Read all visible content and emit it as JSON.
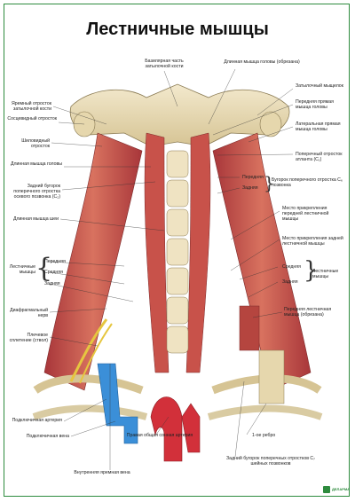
{
  "title": "Лестничные мышцы",
  "labels": {
    "basilar": "Базилярная часть затылочной кости",
    "longus_capitis_cut": "Длинная мышца головы (обрезана)",
    "jugular_process": "Яремный отросток затылочной кости",
    "occipital_condyle": "Затылочный мыщелок",
    "rectus_capitis_anterior": "Передняя прямая мышца головы",
    "mastoid": "Сосцевидный отросток",
    "rectus_capitis_lateralis": "Латеральная прямая мышца головы",
    "styloid": "Шиловидный отросток",
    "atlas_transverse": "Поперечный отросток атланта (C₁)",
    "longus_capitis": "Длинная мышца головы",
    "posterior_tubercle_c2": "Задний бугорок поперечного отростка осевого позвонка (C₂)",
    "anterior": "Передняя",
    "posterior": "Задняя",
    "tubercle_c6": "Бугорок поперечного отростка C₆ позвонка",
    "longus_colli": "Длинная мышца шеи",
    "anterior_scalene_attachment": "Место прикрепления передней лестничной мышцы",
    "posterior_scalene_attachment": "Место прикрепления задней лестничной мышцы",
    "scalene_left": "Лестничные мышцы",
    "scalene_right": "Лестничные мышцы",
    "anterior_left": "Передняя",
    "middle_left": "Средняя",
    "posterior_left": "Задняя",
    "middle_right": "Средняя",
    "posterior_right": "Задняя",
    "phrenic_nerve": "Диафрагмальный нерв",
    "anterior_scalene_cut": "Передняя лестничная мышца (обрезана)",
    "brachial_plexus": "Плечевое сплетение (ствол)",
    "subclavian_artery": "Подключичная артерия",
    "subclavian_vein": "Подключичная вена",
    "internal_jugular": "Внутренняя яремная вена",
    "right_common_carotid": "Правая общая сонная артерия",
    "first_rib": "1-ое ребро",
    "posterior_tubercle_c7": "Задний бугорок поперечных отростков C₇ шейных позвонков"
  },
  "logo": {
    "text": "ДЕЛАРМА"
  },
  "colors": {
    "frame": "#2e8b3e",
    "muscle": "#c8524a",
    "bone": "#e9dcb8",
    "artery": "#d2303a",
    "vein": "#3b8fd8",
    "nerve": "#e6c640"
  }
}
